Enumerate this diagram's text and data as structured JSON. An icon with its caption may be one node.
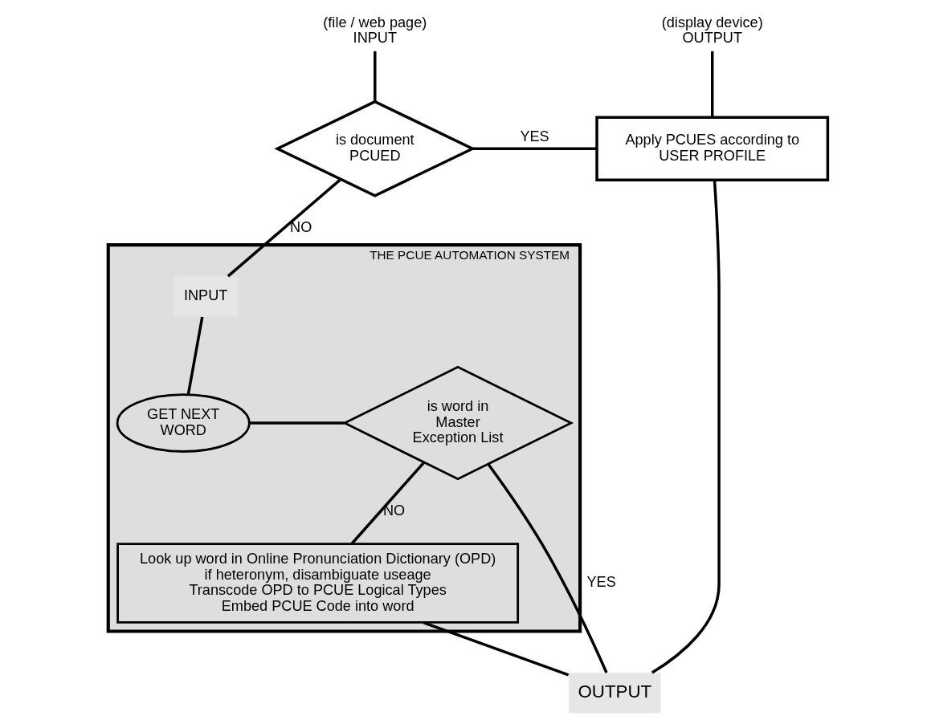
{
  "diagram": {
    "nodes": [
      {
        "text": [
          "(file / web page)",
          "INPUT"
        ]
      },
      {
        "text": [
          "(display device)",
          "OUTPUT"
        ]
      },
      {
        "text": [
          "is document PCUED"
        ]
      },
      {
        "text": [
          "Apply PCUES according to USER PROFILE"
        ]
      },
      {
        "text": [
          "THE PCUE AUTOMATION SYSTEM"
        ]
      },
      {
        "text": [
          "INPUT"
        ],
        "in": 4
      },
      {
        "text": [
          "GET NEXT WORD"
        ],
        "in": 4
      },
      {
        "text": [
          "is word in Master Exception List"
        ],
        "in": 4
      },
      {
        "text": [
          "Look up word in Online Pronunciation Dictionary (OPD)",
          "if heteronym, disambiguate useage",
          "Transcode OPD to PCUE Logical Types",
          "Embed PCUE Code into word"
        ],
        "in": 4
      },
      {
        "text": [
          "OUTPUT"
        ]
      }
    ],
    "edges": [
      {
        "from": 0,
        "to": 2,
        "arrow": "none"
      },
      {
        "from": 2,
        "to": 3,
        "arrow": "none",
        "label": "YES"
      },
      {
        "from": 1,
        "to": 3,
        "arrow": "none"
      },
      {
        "from": 2,
        "to": 5,
        "arrow": "none",
        "label": "NO"
      },
      {
        "from": 5,
        "to": 6,
        "arrow": "none"
      },
      {
        "from": 6,
        "to": 7,
        "arrow": "none"
      },
      {
        "from": 7,
        "to": 8,
        "arrow": "none",
        "label": "NO"
      },
      {
        "from": 7,
        "to": 9,
        "arrow": "none",
        "label": "YES"
      },
      {
        "from": 8,
        "to": 9,
        "arrow": "none"
      },
      {
        "from": 9,
        "to": 3,
        "arrow": "none"
      }
    ]
  }
}
